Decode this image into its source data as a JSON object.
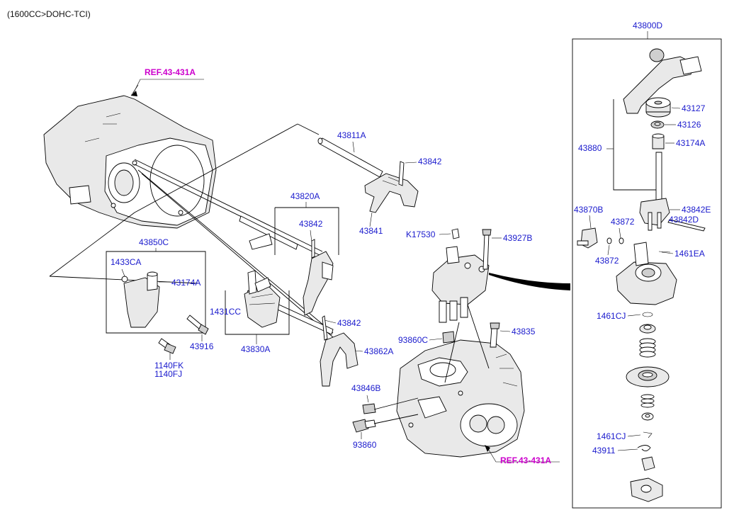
{
  "header": {
    "engine_spec": "(1600CC>DOHC-TCI)"
  },
  "references": {
    "ref_top": "REF.43-431A",
    "ref_bottom": "REF.43-431A"
  },
  "labels": {
    "p43800D": "43800D",
    "p43127": "43127",
    "p43126": "43126",
    "p43174A_right": "43174A",
    "p43880": "43880",
    "p43842E": "43842E",
    "p43870B": "43870B",
    "p43872_top": "43872",
    "p43842D": "43842D",
    "p1461EA": "1461EA",
    "p43872_bottom": "43872",
    "p1461CJ_top": "1461CJ",
    "p1461CJ_bottom": "1461CJ",
    "p43911": "43911",
    "p43811A": "43811A",
    "p43842_a": "43842",
    "p43841": "43841",
    "p43820A": "43820A",
    "p43842_b": "43842",
    "p43850C": "43850C",
    "p1433CA": "1433CA",
    "p43174A_left": "43174A",
    "p43916": "43916",
    "p1140FK": "1140FK",
    "p1140FJ": "1140FJ",
    "p1431CC": "1431CC",
    "p43830A": "43830A",
    "p43842_c": "43842",
    "p43862A": "43862A",
    "pK17530": "K17530",
    "p43927B": "43927B",
    "p93860C": "93860C",
    "p43835": "43835",
    "p43846B": "43846B",
    "p93860": "93860"
  }
}
